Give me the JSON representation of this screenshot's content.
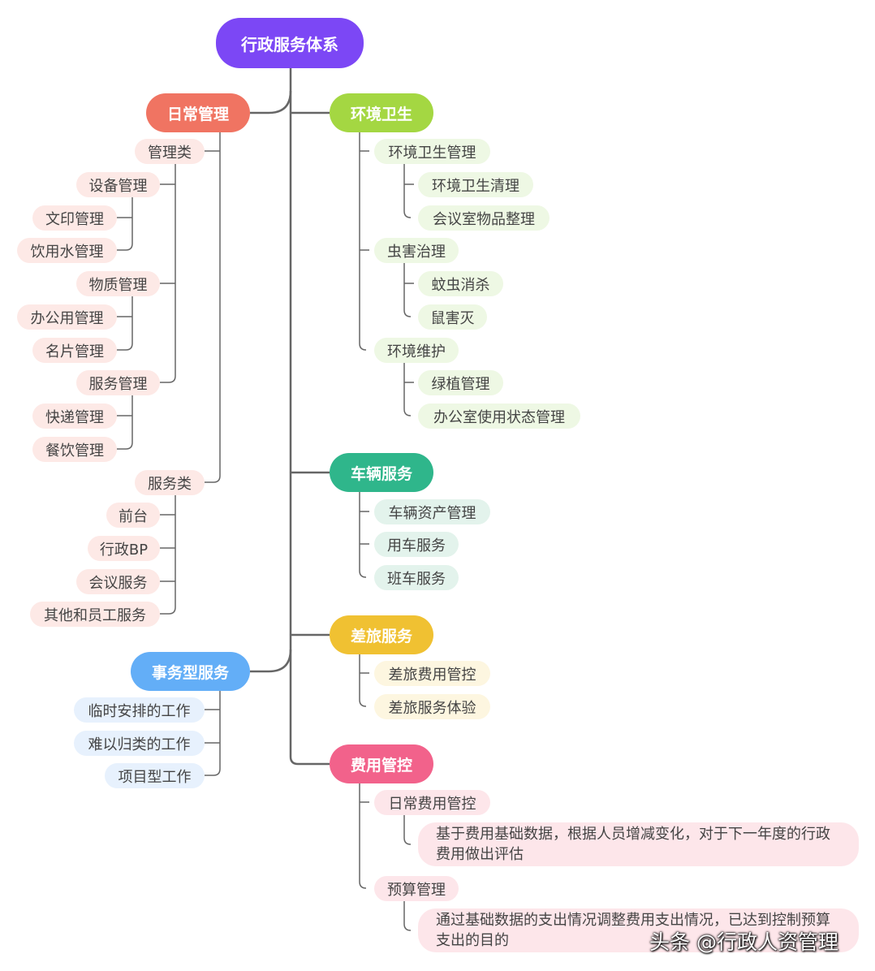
{
  "colors": {
    "root": "#7c47f5",
    "daily": "#f07462",
    "env": "#a4d742",
    "vehicle": "#2fb68b",
    "travel": "#f0c132",
    "transaction": "#63aef7",
    "cost": "#f2628b",
    "line": "#666666"
  },
  "root": "行政服务体系",
  "daily": {
    "title": "日常管理",
    "management": {
      "label": "管理类",
      "groups": [
        {
          "label": "设备管理",
          "items": [
            "文印管理",
            "饮用水管理"
          ]
        },
        {
          "label": "物质管理",
          "items": [
            "办公用管理",
            "名片管理"
          ]
        },
        {
          "label": "服务管理",
          "items": [
            "快递管理",
            "餐饮管理"
          ]
        }
      ]
    },
    "service": {
      "label": "服务类",
      "items": [
        "前台",
        "行政BP",
        "会议服务",
        "其他和员工服务"
      ]
    }
  },
  "transaction": {
    "title": "事务型服务",
    "items": [
      "临时安排的工作",
      "难以归类的工作",
      "项目型工作"
    ]
  },
  "env": {
    "title": "环境卫生",
    "groups": [
      {
        "label": "环境卫生管理",
        "items": [
          "环境卫生清理",
          "会议室物品整理"
        ]
      },
      {
        "label": "虫害治理",
        "items": [
          "蚊虫消杀",
          "鼠害灭"
        ]
      },
      {
        "label": "环境维护",
        "items": [
          "绿植管理",
          "办公室使用状态管理"
        ]
      }
    ]
  },
  "vehicle": {
    "title": "车辆服务",
    "items": [
      "车辆资产管理",
      "用车服务",
      "班车服务"
    ]
  },
  "travel": {
    "title": "差旅服务",
    "items": [
      "差旅费用管控",
      "差旅服务体验"
    ]
  },
  "cost": {
    "title": "费用管控",
    "groups": [
      {
        "label": "日常费用管控",
        "detail": "基于费用基础数据，根据人员增减变化，对于下一年度的行政费用做出评估"
      },
      {
        "label": "预算管理",
        "detail": "通过基础数据的支出情况调整费用支出情况，已达到控制预算支出的目的"
      }
    ]
  },
  "watermark": "头条 @行政人资管理"
}
